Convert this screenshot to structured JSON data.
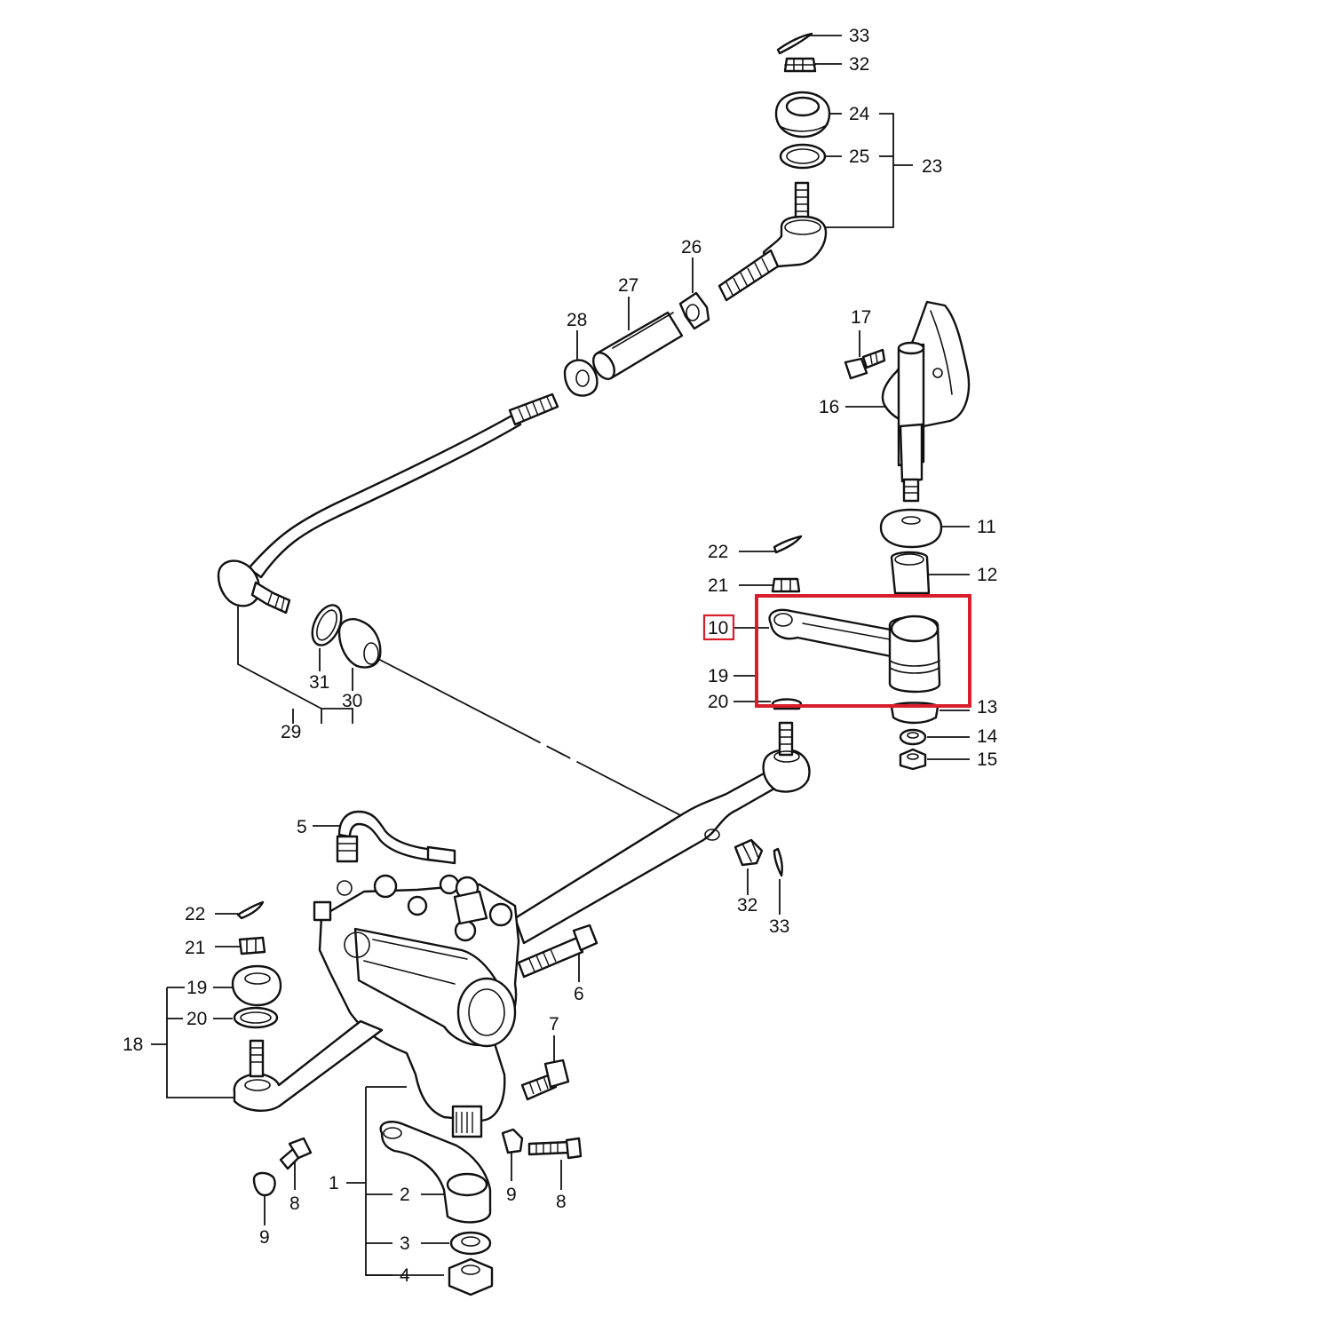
{
  "highlight_color": "#d81e2b",
  "highlighted_part": "10",
  "callouts": {
    "c33a": "33",
    "c32a": "32",
    "c24": "24",
    "c25": "25",
    "c23": "23",
    "c26": "26",
    "c27": "27",
    "c28": "28",
    "c17": "17",
    "c16": "16",
    "c11": "11",
    "c12": "12",
    "c22a": "22",
    "c21a": "21",
    "c10": "10",
    "c19a": "19",
    "c20a": "20",
    "c13": "13",
    "c14": "14",
    "c15": "15",
    "c31": "31",
    "c30": "30",
    "c29": "29",
    "c5": "5",
    "c32b": "32",
    "c33b": "33",
    "c6": "6",
    "c22b": "22",
    "c21b": "21",
    "c19b": "19",
    "c20b": "20",
    "c18": "18",
    "c7": "7",
    "c1": "1",
    "c2": "2",
    "c3": "3",
    "c4": "4",
    "c8a": "8",
    "c9a": "9",
    "c9b": "9",
    "c8b": "8"
  }
}
